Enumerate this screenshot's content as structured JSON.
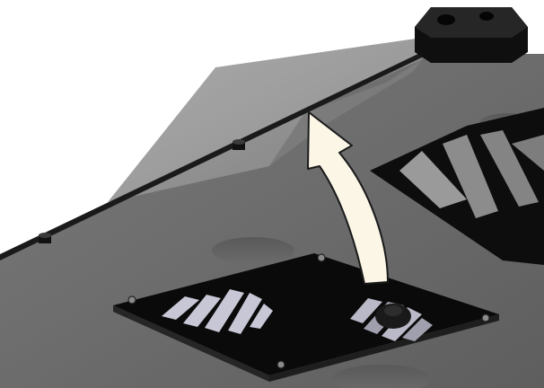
{
  "scene": {
    "colors": {
      "background": "#ffffff",
      "surface": "#6e6e6e",
      "surface_shadow": "#5f5f5f",
      "lid": "#9a9a9a",
      "plate": "#0d0d0d",
      "plate_edge": "#2a2a2a",
      "slot": "#c9c9d6",
      "screw": "#7a7a7a",
      "arrow_fill": "#fbf6e6",
      "arrow_stroke": "#1a1a1a",
      "knob": "#141414"
    },
    "icons": [
      "ventilation-grille",
      "curved-up-arrow",
      "mounting-screw",
      "corner-knob"
    ]
  }
}
